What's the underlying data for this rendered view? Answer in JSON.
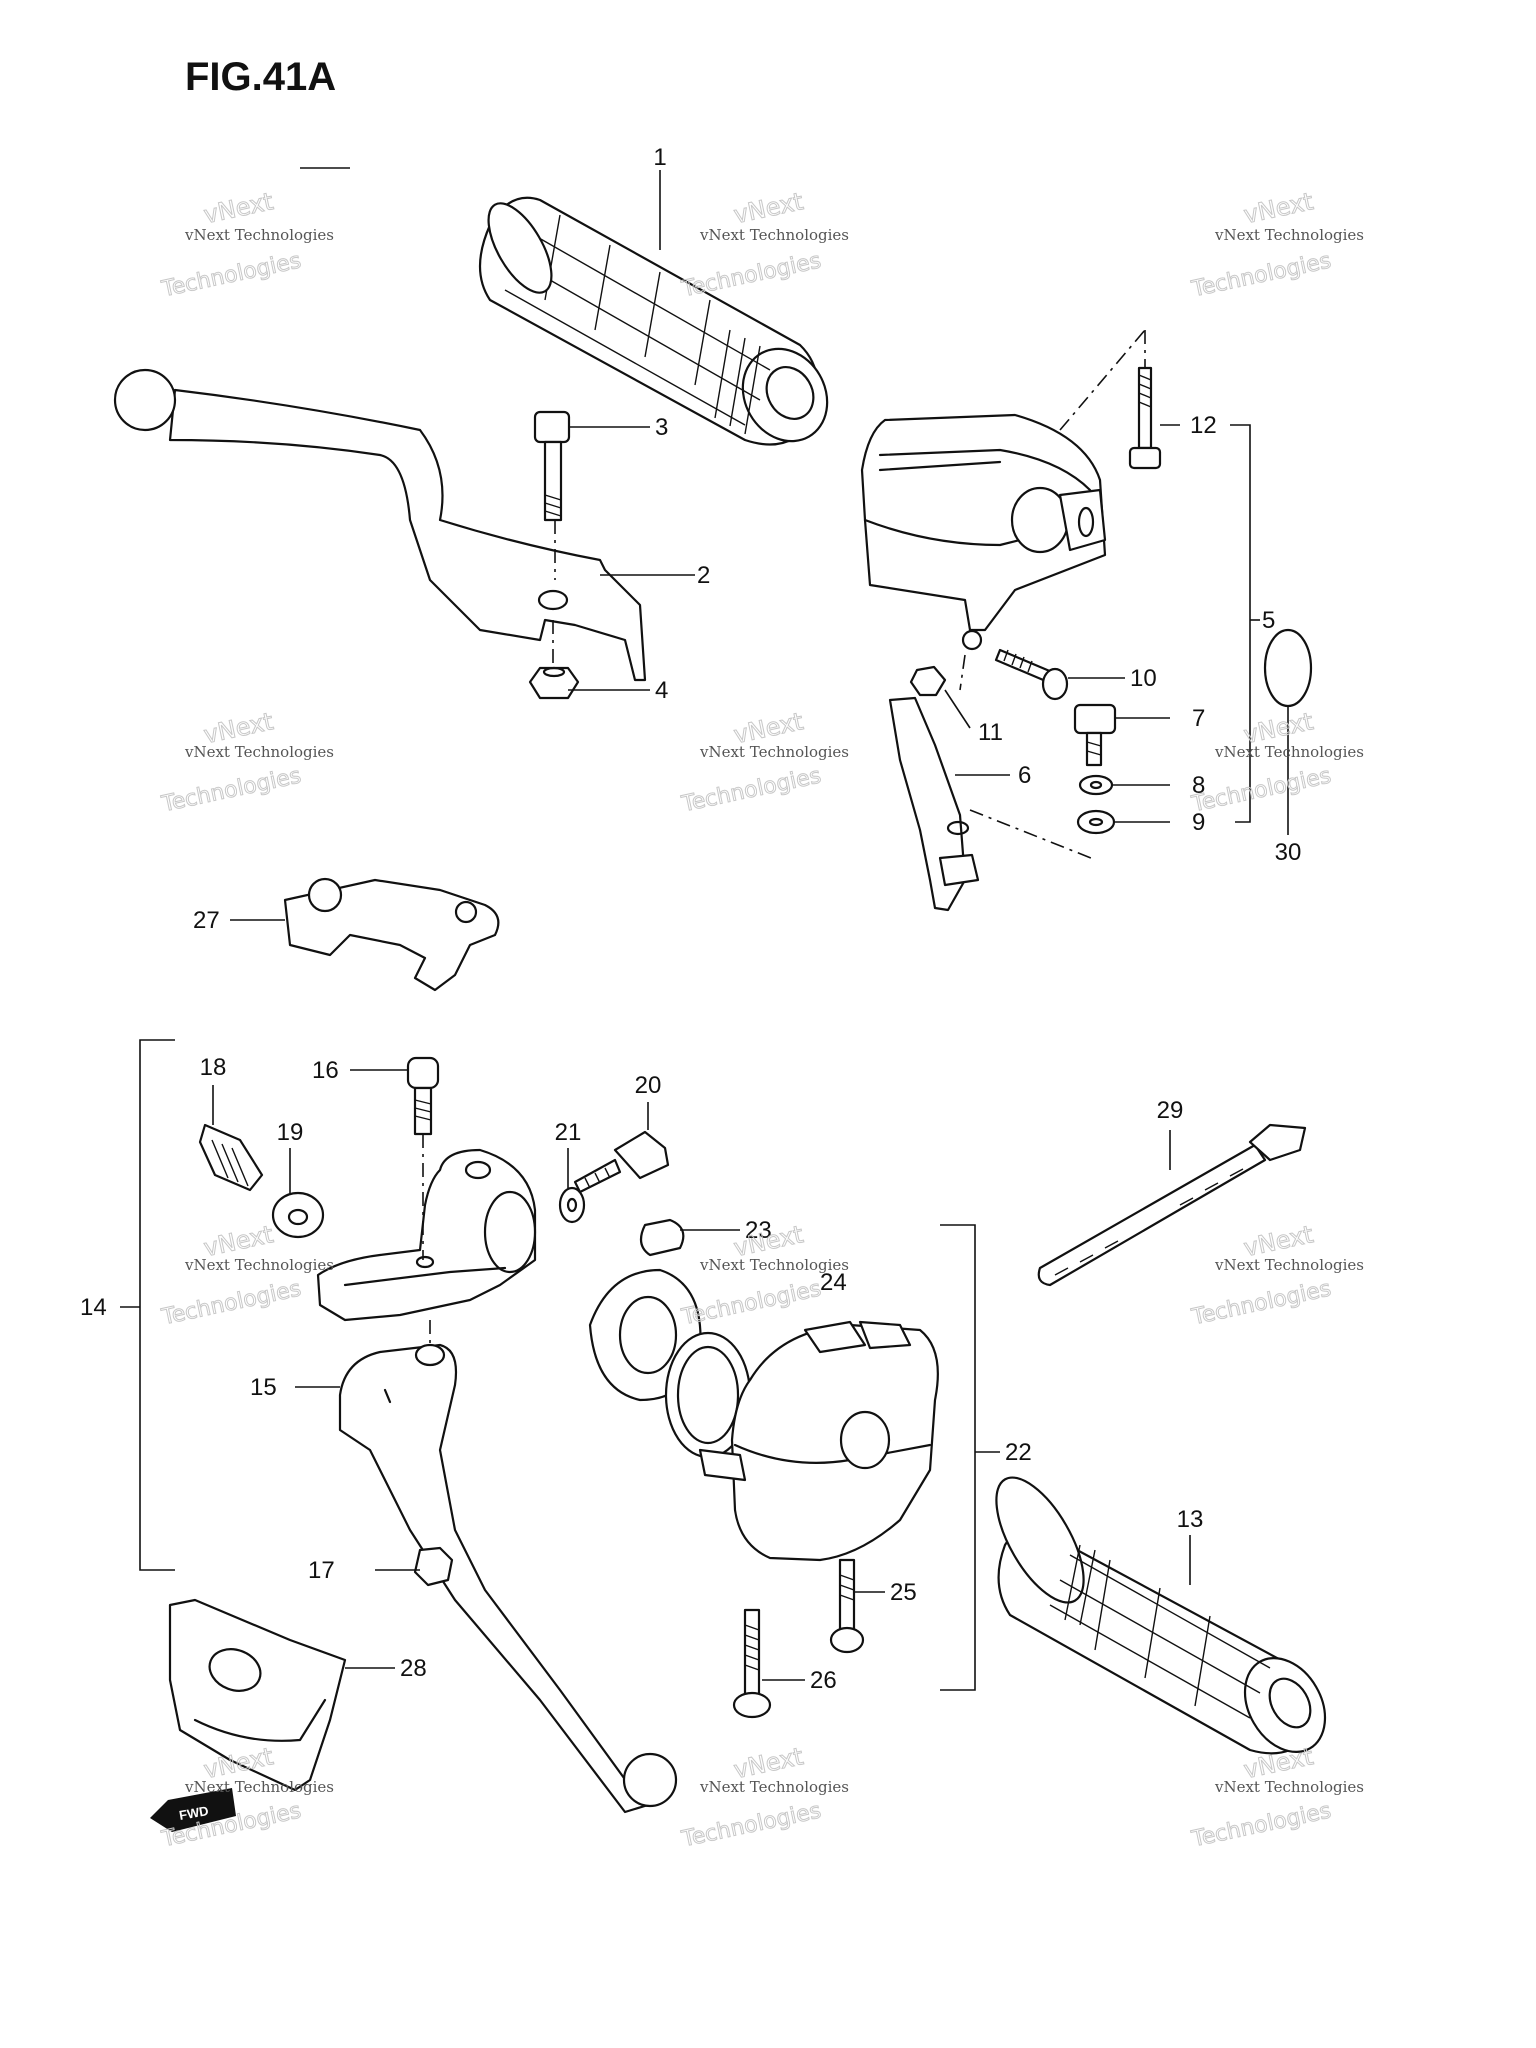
{
  "figure": {
    "title": "FIG.41A"
  },
  "watermark": {
    "line1": "vNext Technologies",
    "line2": "vNext",
    "line3": "Technologies"
  },
  "callouts": [
    "1",
    "2",
    "3",
    "4",
    "5",
    "6",
    "7",
    "8",
    "9",
    "10",
    "11",
    "12",
    "13",
    "14",
    "15",
    "16",
    "17",
    "18",
    "19",
    "20",
    "21",
    "22",
    "23",
    "24",
    "25",
    "26",
    "27",
    "28",
    "29",
    "30"
  ],
  "forward_mark": "FWD"
}
